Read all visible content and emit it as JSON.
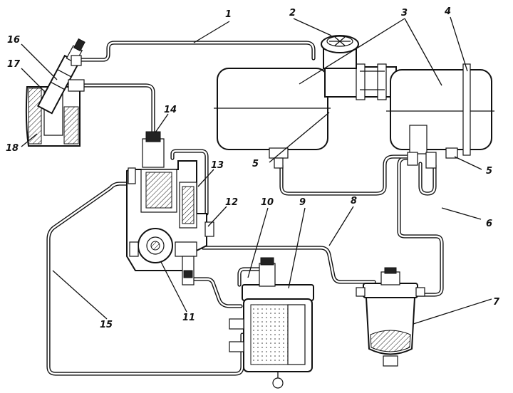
{
  "labels": {
    "l1": "1",
    "l2": "2",
    "l3": "3",
    "l4": "4",
    "l5a": "5",
    "l5b": "5",
    "l6": "6",
    "l7": "7",
    "l8": "8",
    "l9": "9",
    "l10": "10",
    "l11": "11",
    "l12": "12",
    "l13": "13",
    "l14": "14",
    "l15": "15",
    "l16": "16",
    "l17": "17",
    "l18": "18"
  }
}
